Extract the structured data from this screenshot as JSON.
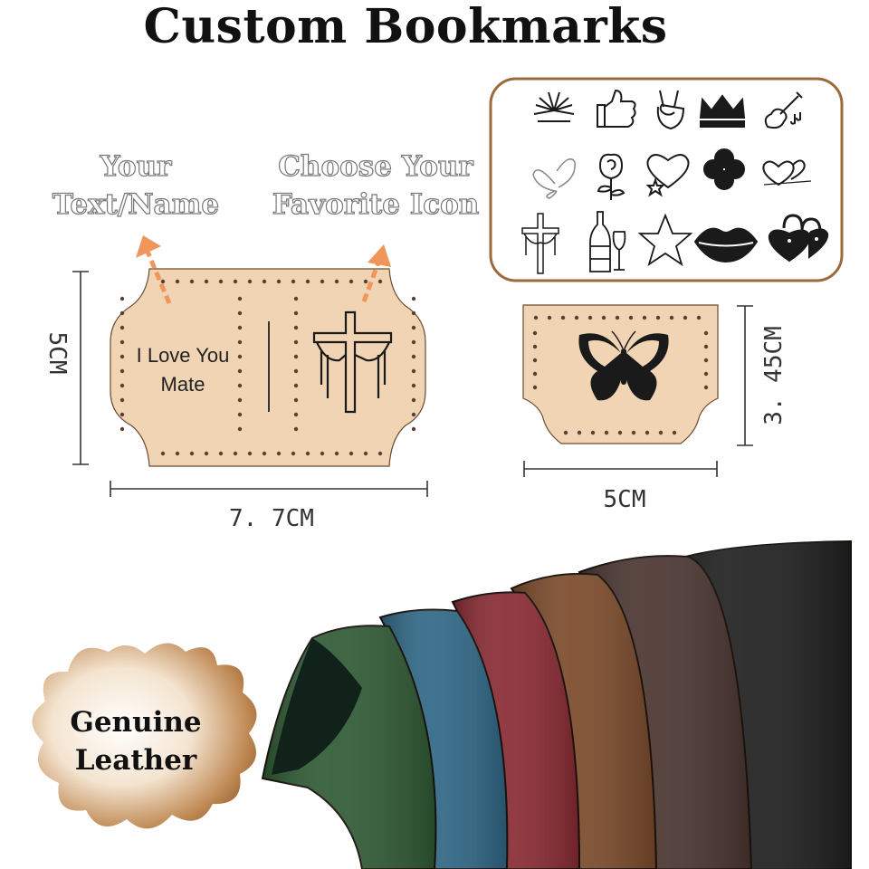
{
  "title": "Custom Bookmarks",
  "labels": {
    "your_text": "Your\nText/Name",
    "your_text_line1": "Your",
    "your_text_line2": "Text/Name",
    "icon_line1": "Choose Your",
    "icon_line2": "Favorite Icon"
  },
  "bookmark_large": {
    "text_line1": "I Love You",
    "text_line2": "Mate",
    "height_label": "5CM",
    "width_label": "7. 7CM",
    "color": "#f0d4b4"
  },
  "bookmark_small": {
    "height_label": "3. 45CM",
    "width_label": "5CM",
    "color": "#f0d4b4"
  },
  "icon_panel": {
    "border_color": "#9c6a3c",
    "icons": [
      "fireworks-icon",
      "thumbs-up-icon",
      "rock-hand-icon",
      "crown-icon",
      "guitar-icon",
      "butterfly-icon",
      "rose-icon",
      "heart-star-icon",
      "clover-icon",
      "double-heart-icon",
      "cross-icon",
      "wine-icon",
      "star-icon",
      "lips-icon",
      "heart-locks-icon"
    ]
  },
  "badge": {
    "line1": "Genuine",
    "line2": "Leather"
  },
  "leather_colors": [
    "#2f5a34",
    "#2f6786",
    "#8a2a33",
    "#7b4a2a",
    "#4a3530",
    "#1f1f1f"
  ],
  "arrow_color": "#f0965a"
}
